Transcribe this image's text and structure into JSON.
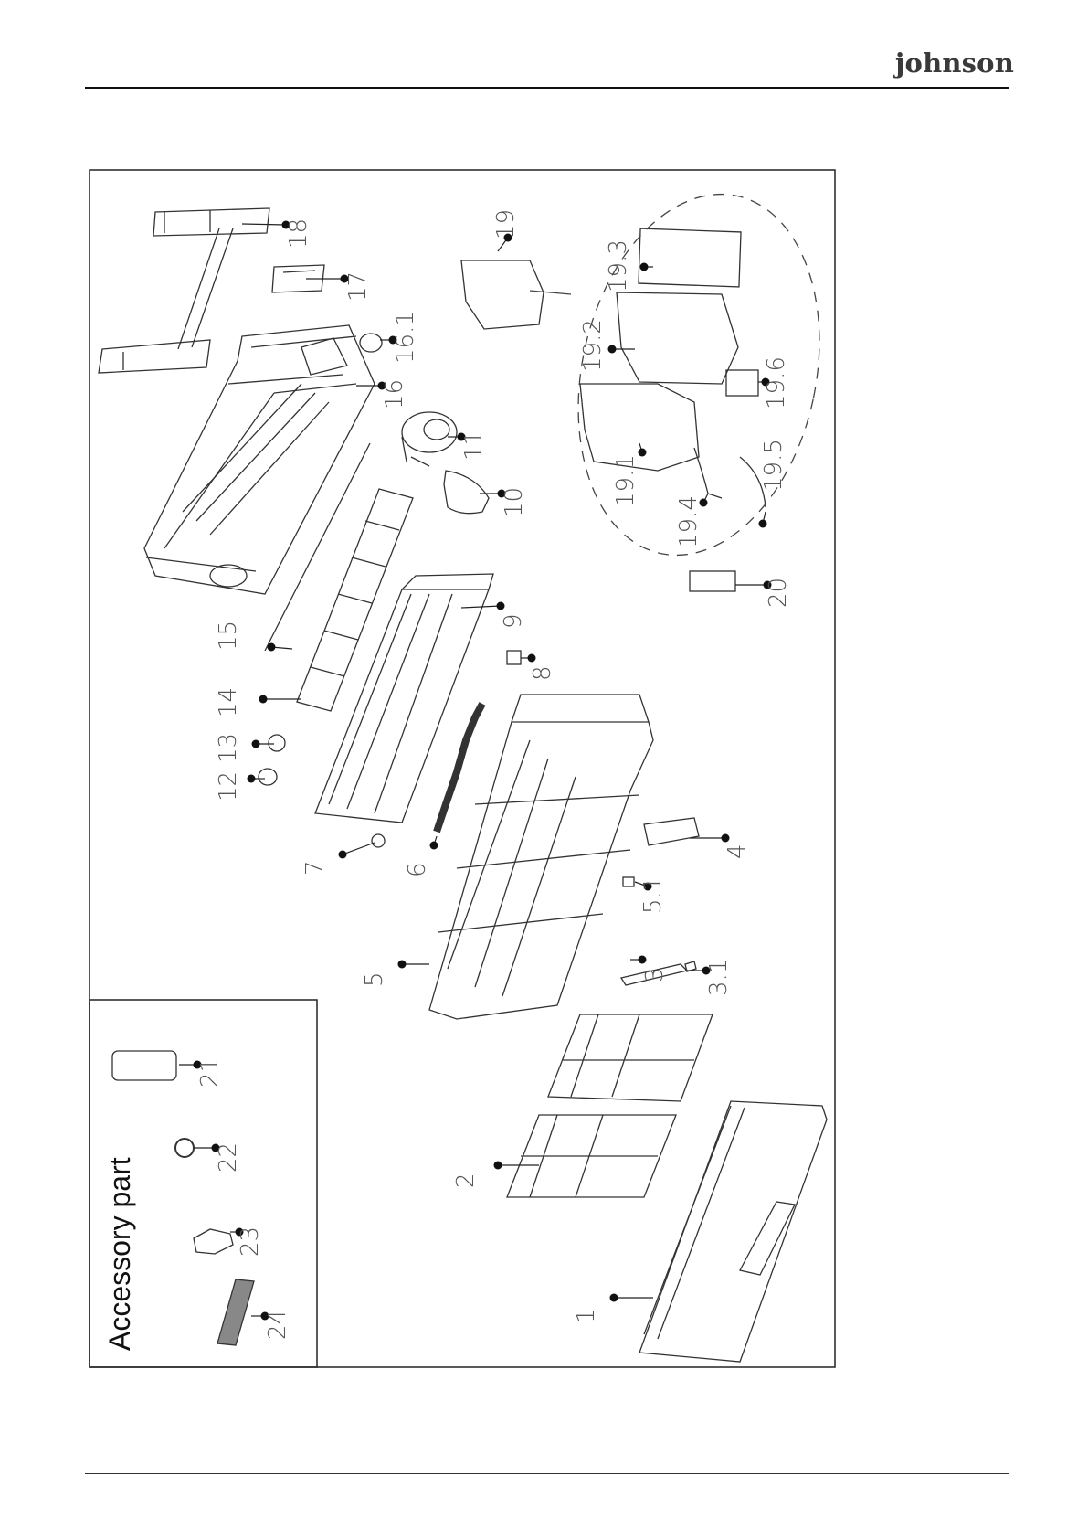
{
  "header": {
    "brand": "johnson"
  },
  "accessory_title": "Accessory part",
  "parts": [
    {
      "id": "18",
      "label": "18"
    },
    {
      "id": "17",
      "label": "17"
    },
    {
      "id": "16.1",
      "label": "16.1"
    },
    {
      "id": "16",
      "label": "16"
    },
    {
      "id": "11",
      "label": "11"
    },
    {
      "id": "10",
      "label": "10"
    },
    {
      "id": "19",
      "label": "19"
    },
    {
      "id": "19.3",
      "label": "19.3"
    },
    {
      "id": "19.2",
      "label": "19.2"
    },
    {
      "id": "19.6",
      "label": "19.6"
    },
    {
      "id": "19.5",
      "label": "19.5"
    },
    {
      "id": "19.1",
      "label": "19.1"
    },
    {
      "id": "19.4",
      "label": "19.4"
    },
    {
      "id": "20",
      "label": "20"
    },
    {
      "id": "9",
      "label": "9"
    },
    {
      "id": "8",
      "label": "8"
    },
    {
      "id": "15",
      "label": "15"
    },
    {
      "id": "14",
      "label": "14"
    },
    {
      "id": "13",
      "label": "13"
    },
    {
      "id": "12",
      "label": "12"
    },
    {
      "id": "7",
      "label": "7"
    },
    {
      "id": "6",
      "label": "6"
    },
    {
      "id": "4",
      "label": "4"
    },
    {
      "id": "5.1",
      "label": "5.1"
    },
    {
      "id": "5",
      "label": "5"
    },
    {
      "id": "3",
      "label": "3"
    },
    {
      "id": "3.1",
      "label": "3.1"
    },
    {
      "id": "2",
      "label": "2"
    },
    {
      "id": "1",
      "label": "1"
    },
    {
      "id": "21",
      "label": "21"
    },
    {
      "id": "22",
      "label": "22"
    },
    {
      "id": "23",
      "label": "23"
    },
    {
      "id": "24",
      "label": "24"
    }
  ]
}
